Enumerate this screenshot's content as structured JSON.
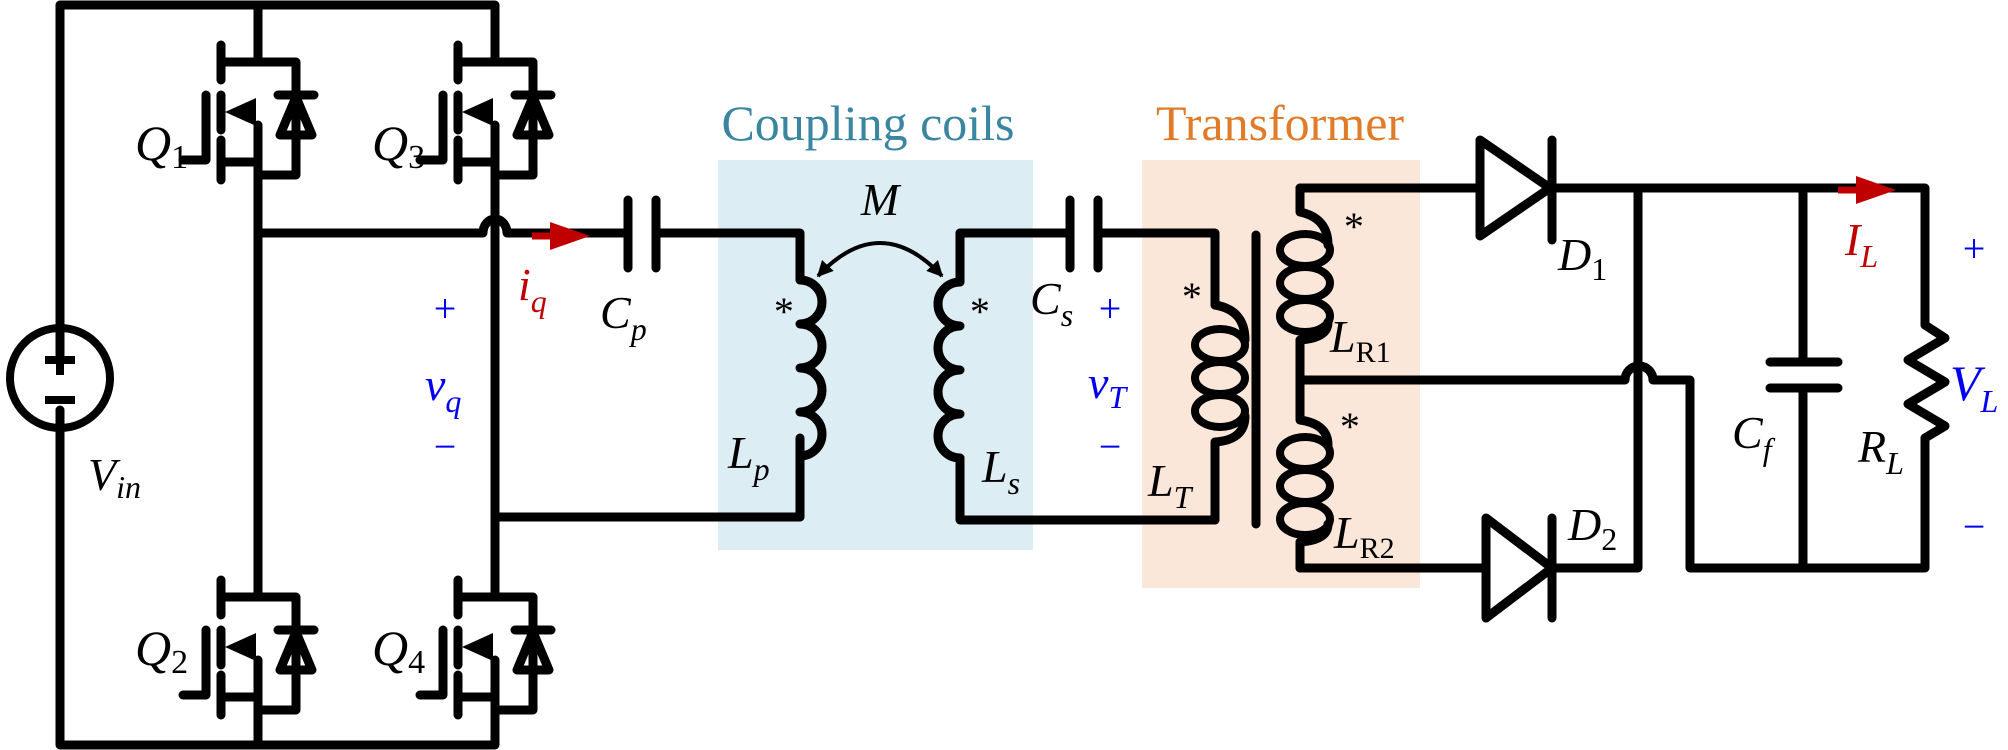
{
  "colors": {
    "wire": "#000000",
    "coupling_box": "#dcedf4",
    "transformer_box": "#fbe7d9",
    "coupling_title": "#3a86a0",
    "transformer_title": "#e07b29",
    "voltage_label": "#0000ee",
    "current_label": "#c00000"
  },
  "titles": {
    "coupling": "Coupling coils",
    "transformer": "Transformer"
  },
  "source": {
    "main": "V",
    "sub": "in",
    "plus": "+",
    "minus": "−"
  },
  "switches": [
    {
      "main": "Q",
      "sub": "1"
    },
    {
      "main": "Q",
      "sub": "2"
    },
    {
      "main": "Q",
      "sub": "3"
    },
    {
      "main": "Q",
      "sub": "4"
    }
  ],
  "inverter_voltage": {
    "main": "v",
    "sub": "q",
    "plus": "+",
    "minus": "−"
  },
  "inverter_current": {
    "main": "i",
    "sub": "q"
  },
  "primary_cap": {
    "main": "C",
    "sub": "p"
  },
  "secondary_cap": {
    "main": "C",
    "sub": "s"
  },
  "mutual": {
    "main": "M"
  },
  "primary_coil": {
    "main": "L",
    "sub": "p",
    "dot": "*"
  },
  "secondary_coil": {
    "main": "L",
    "sub": "s",
    "dot": "*"
  },
  "transformer_voltage": {
    "main": "v",
    "sub": "T",
    "plus": "+",
    "minus": "−"
  },
  "transformer_primary": {
    "main": "L",
    "sub": "T",
    "dot": "*"
  },
  "transformer_sec1": {
    "main": "L",
    "sub": "R1",
    "dot": "*"
  },
  "transformer_sec2": {
    "main": "L",
    "sub": "R2",
    "dot": "*"
  },
  "diode1": {
    "main": "D",
    "sub": "1"
  },
  "diode2": {
    "main": "D",
    "sub": "2"
  },
  "filter_cap": {
    "main": "C",
    "sub": "f"
  },
  "load": {
    "main": "R",
    "sub": "L"
  },
  "load_current": {
    "main": "I",
    "sub": "L"
  },
  "load_voltage": {
    "main": "V",
    "sub": "L",
    "plus": "+",
    "minus": "−"
  }
}
